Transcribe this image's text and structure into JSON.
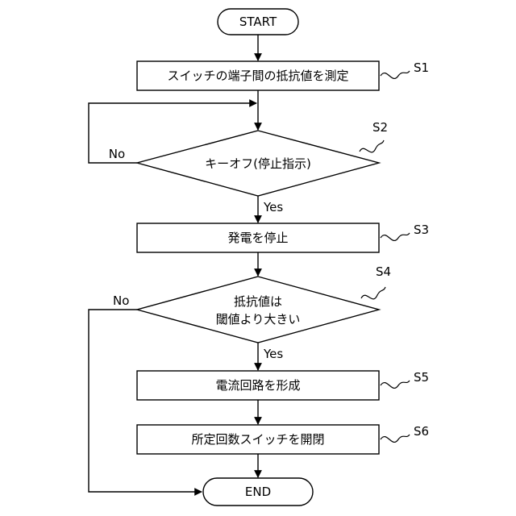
{
  "diagram": {
    "terminals": {
      "start": "START",
      "end": "END"
    },
    "steps": [
      {
        "id": "S1",
        "label": "S1",
        "text": "スイッチの端子間の抵抗値を測定"
      },
      {
        "id": "S2",
        "label": "S2",
        "text": "キーオフ(停止指示)"
      },
      {
        "id": "S3",
        "label": "S3",
        "text": "発電を停止"
      },
      {
        "id": "S4",
        "label": "S4",
        "lines": [
          "抵抗値は",
          "閾値より大きい"
        ]
      },
      {
        "id": "S5",
        "label": "S5",
        "text": "電流回路を形成"
      },
      {
        "id": "S6",
        "label": "S6",
        "text": "所定回数スイッチを開閉"
      }
    ],
    "branches": {
      "s2_yes": "Yes",
      "s2_no": "No",
      "s4_yes": "Yes",
      "s4_no": "No"
    }
  }
}
